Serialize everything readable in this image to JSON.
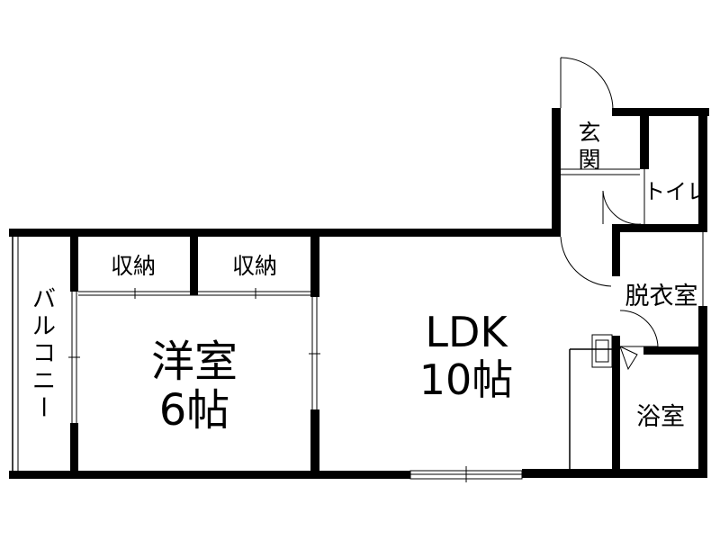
{
  "rooms": {
    "balcony": {
      "label_chars": [
        "バ",
        "ル",
        "コ",
        "ニ",
        "ー"
      ]
    },
    "storage_left": {
      "label": "収納"
    },
    "storage_right": {
      "label": "収納"
    },
    "western_room": {
      "name": "洋室",
      "size": "6帖"
    },
    "ldk": {
      "name": "LDK",
      "size": "10帖"
    },
    "entrance": {
      "label_chars": [
        "玄",
        "関"
      ]
    },
    "toilet": {
      "label": "トイレ"
    },
    "dressing_room": {
      "label": "脱衣室"
    },
    "bathroom": {
      "label": "浴室"
    }
  },
  "colors": {
    "wall": "#000000",
    "background": "#ffffff"
  }
}
